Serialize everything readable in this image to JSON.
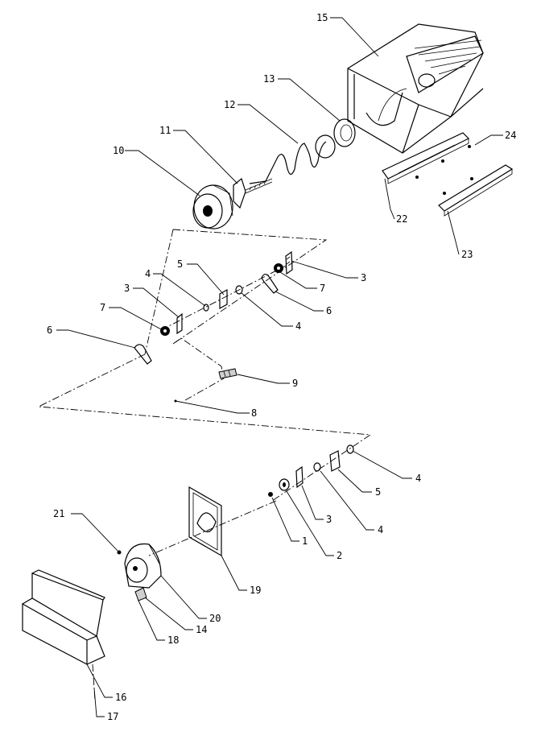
{
  "callouts": {
    "c1": "1",
    "c2": "2",
    "c3a": "3",
    "c3b": "3",
    "c3c": "3",
    "c4a": "4",
    "c4b": "4",
    "c4c": "4",
    "c4d": "4",
    "c5a": "5",
    "c5b": "5",
    "c6a": "6",
    "c6b": "6",
    "c7a": "7",
    "c7b": "7",
    "c8": "8",
    "c9": "9",
    "c10": "10",
    "c11": "11",
    "c12": "12",
    "c13": "13",
    "c14": "14",
    "c15": "15",
    "c16": "16",
    "c17": "17",
    "c18": "18",
    "c19": "19",
    "c20": "20",
    "c21": "21",
    "c22": "22",
    "c23": "23",
    "c24": "24"
  }
}
